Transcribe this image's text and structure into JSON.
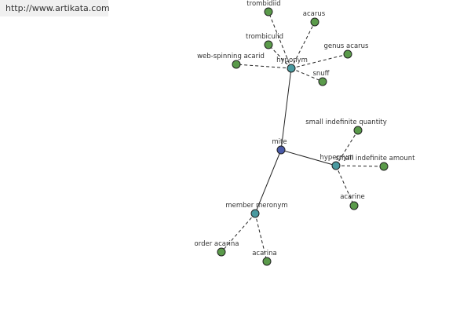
{
  "source_url": "http://www.artikata.com",
  "graph": {
    "center": {
      "label": "mite",
      "color": "#4a5aa8"
    },
    "relations": [
      {
        "label": "hyponym",
        "color": "#4a9aa0",
        "terms": [
          "trombidiid",
          "acarus",
          "trombiculid",
          "genus acarus",
          "web-spinning acarid",
          "snuff"
        ]
      },
      {
        "label": "hypernym",
        "color": "#4a9aa0",
        "terms": [
          "small indefinite quantity",
          "small indefinite amount",
          "acarine"
        ]
      },
      {
        "label": "member meronym",
        "color": "#4a9aa0",
        "terms": [
          "order acarina",
          "acarina"
        ]
      }
    ],
    "leaf_color": "#5a9a4a"
  }
}
